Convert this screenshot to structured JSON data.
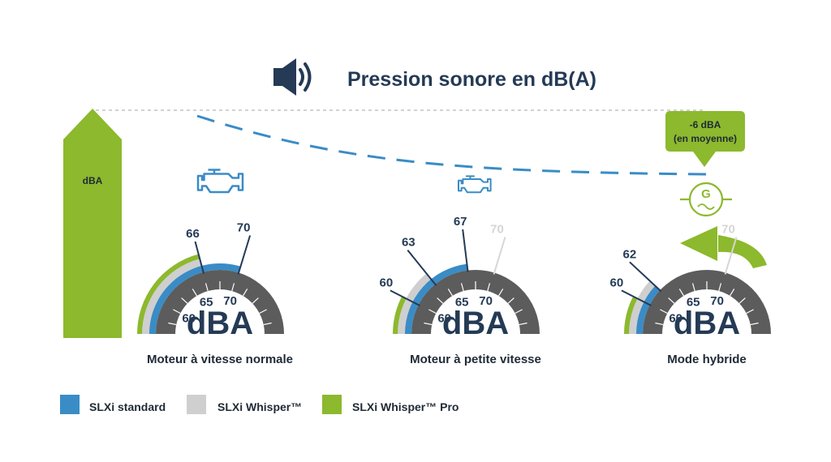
{
  "title": "Pression sonore en dB(A)",
  "icons": {
    "title": "speaker-icon",
    "engine": "engine-icon",
    "generator": "generator-icon",
    "hybrid_arrow": "curved-arrow-icon"
  },
  "side_bar_label": "dBA",
  "reduction_bubble": {
    "line1": "-6 dBA",
    "line2": "(en moyenne)"
  },
  "gauge_center_label": "dBA",
  "colors": {
    "standard": "#3a8cc6",
    "whisper": "#cfcfcf",
    "whisper_pro": "#8cb92d",
    "dial": "#5c5c5c",
    "text": "#243a55",
    "faded": "#d6d6d6"
  },
  "legend": [
    {
      "label": "SLXi standard",
      "color": "#3a8cc6"
    },
    {
      "label": "SLXi Whisper™",
      "color": "#cfcfcf"
    },
    {
      "label": "SLXi Whisper™ Pro",
      "color": "#8cb92d"
    }
  ],
  "chart_data": {
    "type": "gauge",
    "title": "Pression sonore en dB(A)",
    "unit": "dBA",
    "scale_ticks": [
      60,
      65,
      70
    ],
    "series_names": [
      "SLXi standard",
      "SLXi Whisper™",
      "SLXi Whisper™ Pro"
    ],
    "gauges": [
      {
        "label": "Moteur à vitesse normale",
        "values": {
          "SLXi standard": 70,
          "SLXi Whisper™": 66,
          "SLXi Whisper™ Pro": 66
        },
        "callouts": [
          {
            "value": "66",
            "faded": false
          },
          {
            "value": "70",
            "faded": false
          }
        ]
      },
      {
        "label": "Moteur à petite vitesse",
        "values": {
          "SLXi standard": 67,
          "SLXi Whisper™": 63,
          "SLXi Whisper™ Pro": 60
        },
        "callouts": [
          {
            "value": "60",
            "faded": false
          },
          {
            "value": "63",
            "faded": false
          },
          {
            "value": "67",
            "faded": false
          },
          {
            "value": "70",
            "faded": true
          }
        ]
      },
      {
        "label": "Mode hybride",
        "values": {
          "SLXi standard": 62,
          "SLXi Whisper™": 62,
          "SLXi Whisper™ Pro": 60
        },
        "callouts": [
          {
            "value": "60",
            "faded": false
          },
          {
            "value": "62",
            "faded": false
          },
          {
            "value": "70",
            "faded": true
          }
        ]
      }
    ]
  }
}
